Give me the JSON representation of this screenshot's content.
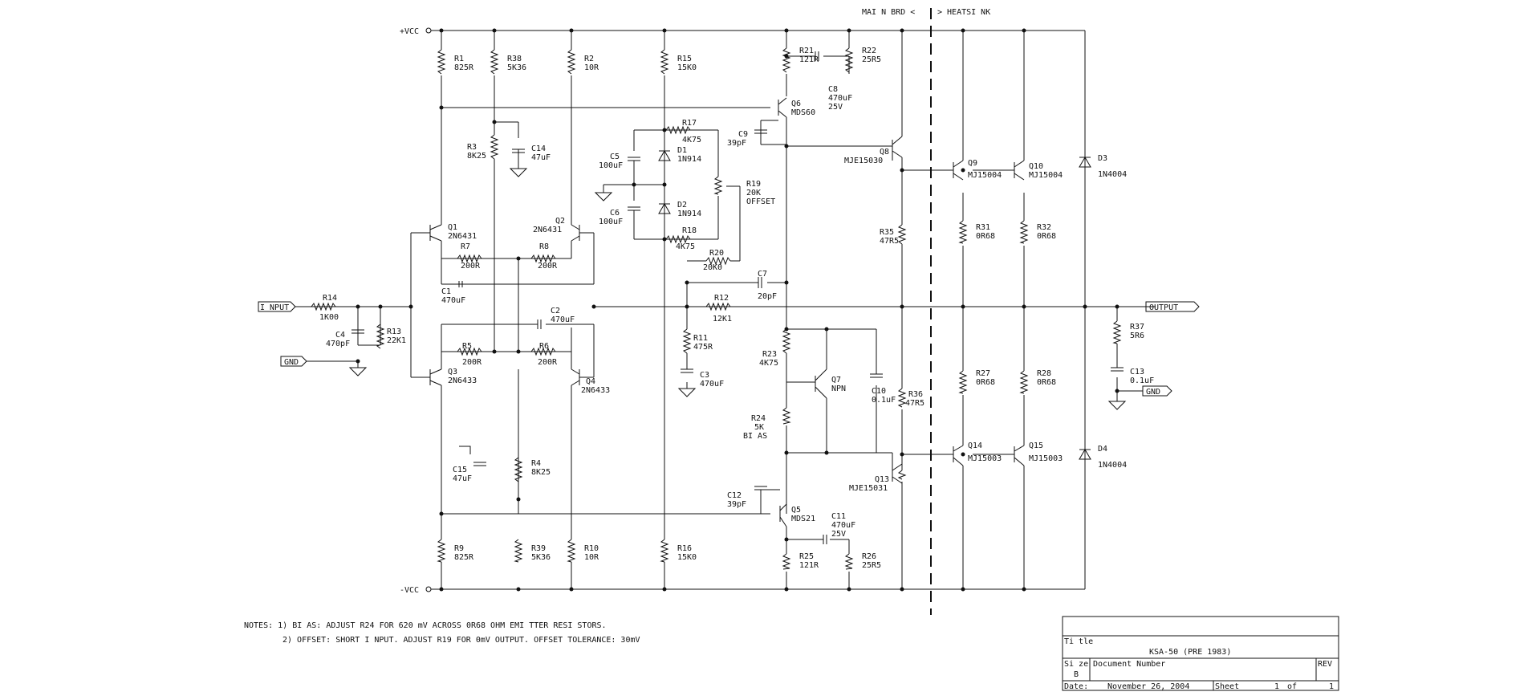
{
  "header": {
    "main_brd": "MAI N BRD  <",
    "heatsink": ">  HEATSI NK"
  },
  "rails": {
    "vcc_pos": "+VCC",
    "vcc_neg": "-VCC"
  },
  "ports": {
    "input": "I NPUT",
    "output": "OUTPUT",
    "gnd_in": "GND",
    "gnd_out": "GND"
  },
  "components": {
    "R1": {
      "ref": "R1",
      "val": "825R"
    },
    "R38": {
      "ref": "R38",
      "val": "5K36"
    },
    "R2": {
      "ref": "R2",
      "val": "10R"
    },
    "R15": {
      "ref": "R15",
      "val": "15K0"
    },
    "R21": {
      "ref": "R21",
      "val": "121R"
    },
    "R22": {
      "ref": "R22",
      "val": "25R5"
    },
    "C8": {
      "ref": "C8",
      "val": "470uF",
      "val2": "25V"
    },
    "Q6": {
      "ref": "Q6",
      "val": "MDS60"
    },
    "R3": {
      "ref": "R3",
      "val": "8K25"
    },
    "C14": {
      "ref": "C14",
      "val": "47uF"
    },
    "R17": {
      "ref": "R17",
      "val": "4K75"
    },
    "C5": {
      "ref": "C5",
      "val": "100uF"
    },
    "D1": {
      "ref": "D1",
      "val": "1N914"
    },
    "C9": {
      "ref": "C9",
      "val": "39pF"
    },
    "Q8": {
      "ref": "Q8",
      "val": "MJE15030"
    },
    "Q9": {
      "ref": "Q9",
      "val": "MJ15004"
    },
    "Q10": {
      "ref": "Q10",
      "val": "MJ15004"
    },
    "D3": {
      "ref": "D3",
      "val": "1N4004"
    },
    "R19": {
      "ref": "R19",
      "val": "20K",
      "val2": "OFFSET"
    },
    "C6": {
      "ref": "C6",
      "val": "100uF"
    },
    "D2": {
      "ref": "D2",
      "val": "1N914"
    },
    "Q1": {
      "ref": "Q1",
      "val": "2N6431"
    },
    "Q2": {
      "ref": "Q2",
      "val": "2N6431"
    },
    "R18": {
      "ref": "R18",
      "val": "4K75"
    },
    "R35": {
      "ref": "R35",
      "val": "47R5"
    },
    "R31": {
      "ref": "R31",
      "val": "0R68"
    },
    "R32": {
      "ref": "R32",
      "val": "0R68"
    },
    "R7": {
      "ref": "R7",
      "val": "200R"
    },
    "R8": {
      "ref": "R8",
      "val": "200R"
    },
    "R20": {
      "ref": "R20",
      "val": "20K0"
    },
    "C7": {
      "ref": "C7",
      "val": "20pF"
    },
    "C1": {
      "ref": "C1",
      "val": "470uF"
    },
    "R14": {
      "ref": "R14",
      "val": "1K00"
    },
    "C2": {
      "ref": "C2",
      "val": "470uF"
    },
    "R12": {
      "ref": "R12",
      "val": "12K1"
    },
    "R13": {
      "ref": "R13",
      "val": "22K1"
    },
    "C4": {
      "ref": "C4",
      "val": "470pF"
    },
    "R37": {
      "ref": "R37",
      "val": "5R6"
    },
    "R11": {
      "ref": "R11",
      "val": "475R"
    },
    "R5": {
      "ref": "R5",
      "val": "200R"
    },
    "R6": {
      "ref": "R6",
      "val": "200R"
    },
    "R23": {
      "ref": "R23",
      "val": "4K75"
    },
    "Q3": {
      "ref": "Q3",
      "val": "2N6433"
    },
    "Q4": {
      "ref": "Q4",
      "val": "2N6433"
    },
    "C3": {
      "ref": "C3",
      "val": "470uF"
    },
    "Q7": {
      "ref": "Q7",
      "val": "NPN"
    },
    "C10": {
      "ref": "C10",
      "val": "0.1uF"
    },
    "R27": {
      "ref": "R27",
      "val": "0R68"
    },
    "R28": {
      "ref": "R28",
      "val": "0R68"
    },
    "C13": {
      "ref": "C13",
      "val": "0.1uF"
    },
    "R36": {
      "ref": "R36",
      "val": "47R5"
    },
    "R24": {
      "ref": "R24",
      "val": "5K",
      "val2": "BI AS"
    },
    "Q14": {
      "ref": "Q14",
      "val": "MJ15003"
    },
    "Q15": {
      "ref": "Q15",
      "val": "MJ15003"
    },
    "D4": {
      "ref": "D4",
      "val": "1N4004"
    },
    "C15": {
      "ref": "C15",
      "val": "47uF"
    },
    "R4": {
      "ref": "R4",
      "val": "8K25"
    },
    "Q13": {
      "ref": "Q13",
      "val": "MJE15031"
    },
    "C12": {
      "ref": "C12",
      "val": "39pF"
    },
    "Q5": {
      "ref": "Q5",
      "val": "MDS21"
    },
    "C11": {
      "ref": "C11",
      "val": "470uF",
      "val2": "25V"
    },
    "R9": {
      "ref": "R9",
      "val": "825R"
    },
    "R39": {
      "ref": "R39",
      "val": "5K36"
    },
    "R10": {
      "ref": "R10",
      "val": "10R"
    },
    "R16": {
      "ref": "R16",
      "val": "15K0"
    },
    "R25": {
      "ref": "R25",
      "val": "121R"
    },
    "R26": {
      "ref": "R26",
      "val": "25R5"
    }
  },
  "notes": {
    "line1": "NOTES: 1) BI AS:  ADJUST R24 FOR 620 mV ACROSS 0R68 OHM EMI TTER RESI STORS.",
    "line2": "2)  OFFSET:  SHORT I NPUT.  ADJUST R19 FOR 0mV OUTPUT.  OFFSET TOLERANCE:  30mV"
  },
  "title_block": {
    "title_label": "Ti tle",
    "title": "KSA-50 (PRE 1983)",
    "size_label": "Si ze",
    "size": "B",
    "doc_label": "Document Number",
    "rev_label": "REV",
    "date_label": "Date:",
    "date": "November 26, 2004",
    "sheet_label": "Sheet",
    "sheet_num": "1",
    "of_label": "of",
    "sheet_total": "1"
  }
}
